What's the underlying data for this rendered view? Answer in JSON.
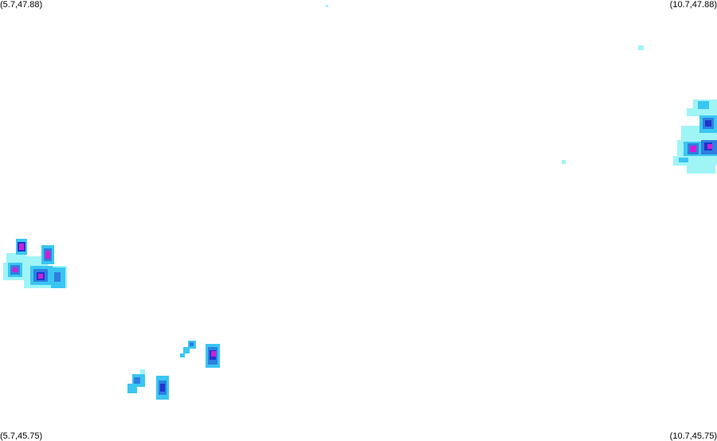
{
  "corners": {
    "top_left": "(5.7,47.88)",
    "top_right": "(10.7,47.88)",
    "bottom_left": "(5.7,45.75)",
    "bottom_right": "(10.7,45.75)"
  },
  "bounds": {
    "lon_min": 5.7,
    "lon_max": 10.7,
    "lat_min": 45.75,
    "lat_max": 47.88
  },
  "intensity_colors": {
    "very_light": "#9ff4f6",
    "light": "#3ac6f2",
    "moderate": "#2e7fe0",
    "heavy": "#2233cc",
    "very_heavy": "#d01ed6"
  }
}
